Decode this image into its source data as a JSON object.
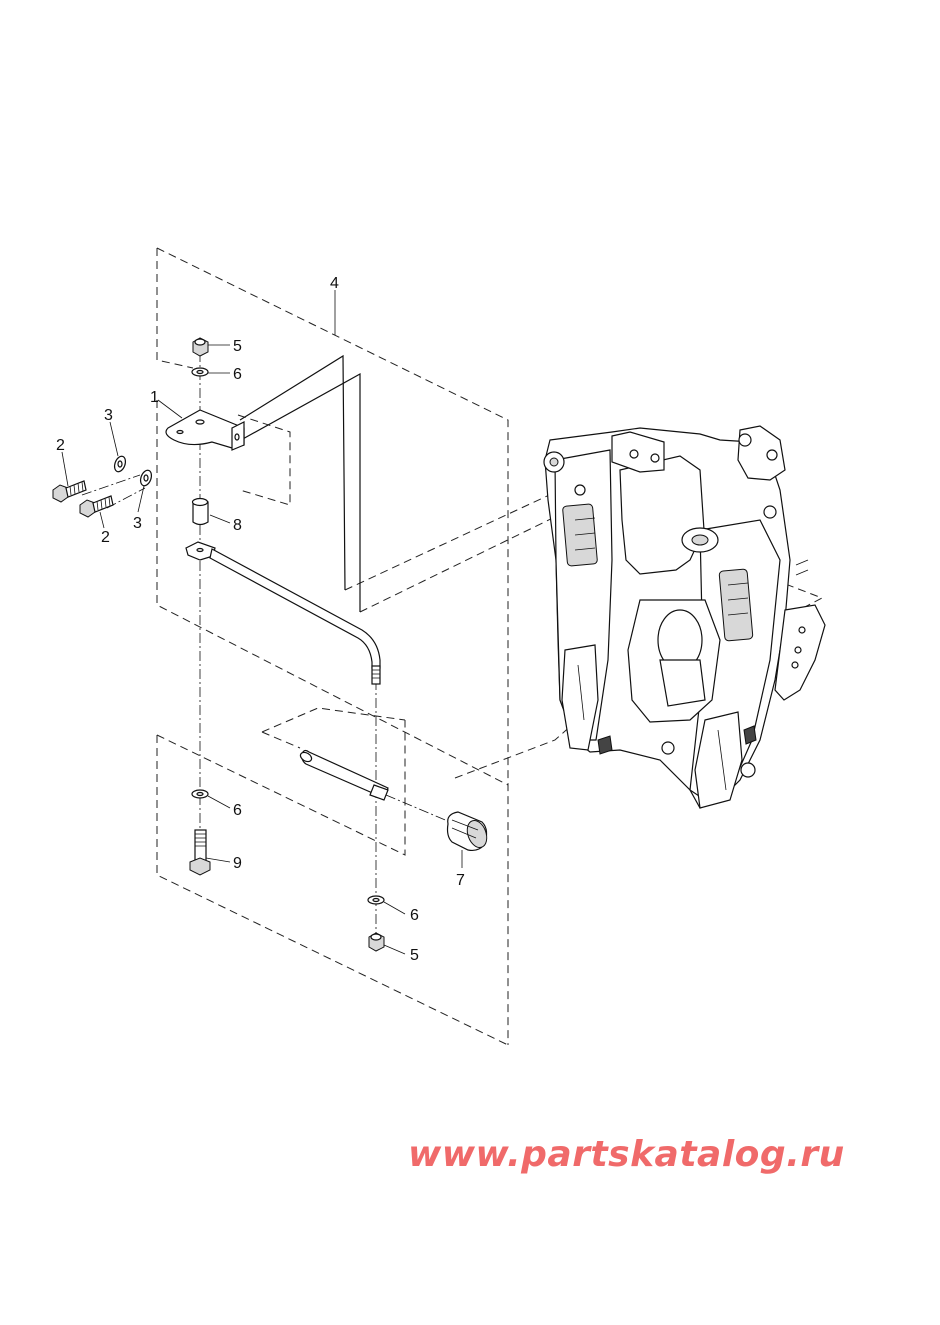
{
  "callouts": {
    "c1": "1",
    "c2a": "2",
    "c2b": "2",
    "c3a": "3",
    "c3b": "3",
    "c4": "4",
    "c5a": "5",
    "c5b": "5",
    "c6a": "6",
    "c6b": "6",
    "c6c": "6",
    "c7": "7",
    "c8": "8",
    "c9": "9"
  },
  "watermark": "www.partskatalog.ru"
}
